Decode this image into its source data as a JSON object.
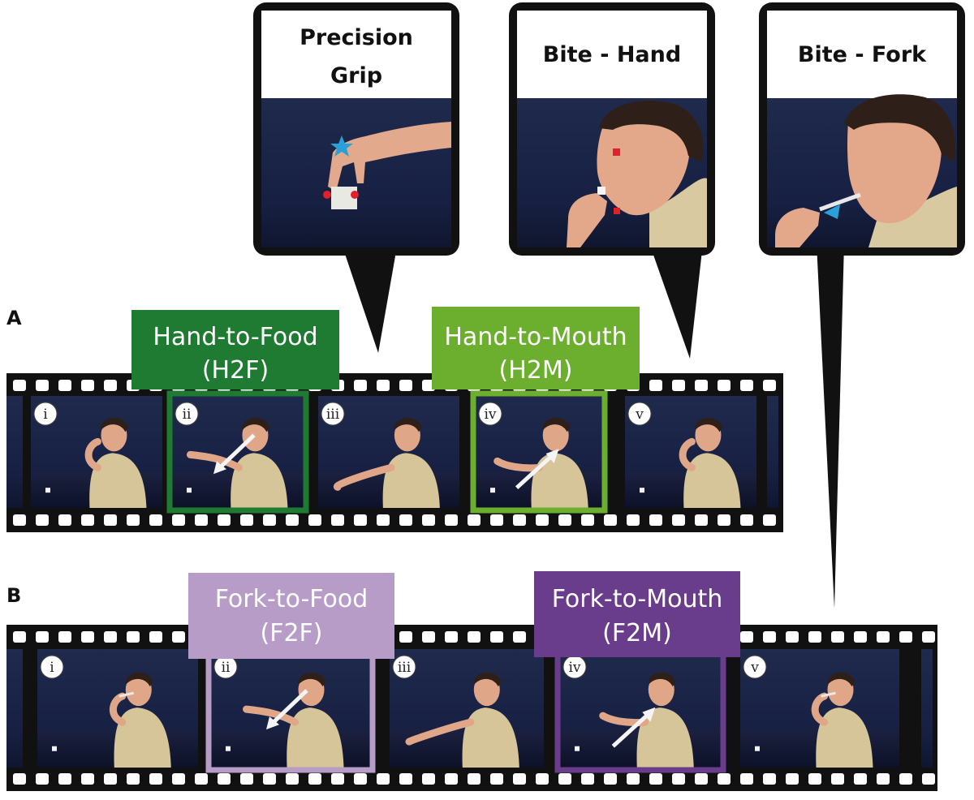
{
  "callouts": [
    {
      "id": "precision-grip",
      "lines": [
        "Precision",
        "Grip"
      ]
    },
    {
      "id": "bite-hand",
      "lines": [
        "Bite - Hand"
      ]
    },
    {
      "id": "bite-fork",
      "lines": [
        "Bite - Fork"
      ]
    }
  ],
  "rows": [
    {
      "id": "A",
      "label": "A",
      "frames": [
        "i",
        "ii",
        "iii",
        "iv",
        "v"
      ],
      "phases": [
        {
          "id": "h2f",
          "line1": "Hand-to-Food",
          "line2": "(H2F)",
          "color": "#1f7a32",
          "frame": 1
        },
        {
          "id": "h2m",
          "line1": "Hand-to-Mouth",
          "line2": "(H2M)",
          "color": "#6cae2e",
          "frame": 3
        }
      ]
    },
    {
      "id": "B",
      "label": "B",
      "frames": [
        "i",
        "ii",
        "iii",
        "iv",
        "v"
      ],
      "phases": [
        {
          "id": "f2f",
          "line1": "Fork-to-Food",
          "line2": "(F2F)",
          "color": "#b79cc8",
          "frame": 1
        },
        {
          "id": "f2m",
          "line1": "Fork-to-Mouth",
          "line2": "(F2M)",
          "color": "#6a3d8c",
          "frame": 3
        }
      ]
    }
  ],
  "marker_colors": {
    "joint_star": "#2aa0d8",
    "contact_dot": "#e0202a",
    "fork_triangle": "#2aa0d8"
  }
}
